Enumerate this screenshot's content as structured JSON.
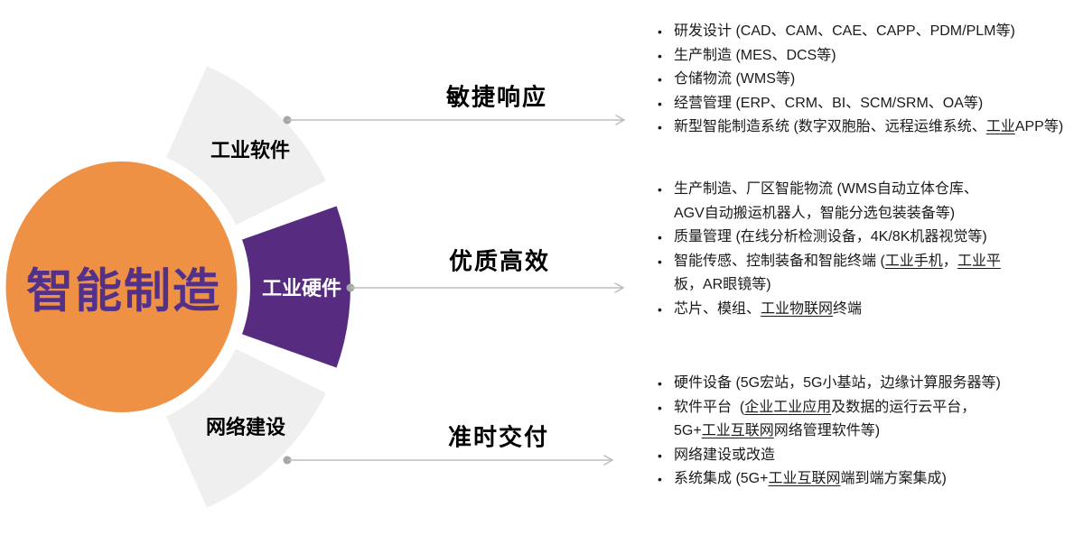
{
  "colors": {
    "hub_orange": "#EF9144",
    "hub_text_purple": "#533189",
    "wedge_purple": "#562B80",
    "arc_gray": "#EFEFEF",
    "arrow_gray": "#BDBDBD",
    "dot_gray": "#A6A6A6",
    "text_black": "#1A1A1A"
  },
  "hub": {
    "label": "智能制造"
  },
  "segments": {
    "software": {
      "label": "工业软件"
    },
    "hardware": {
      "label": "工业硬件"
    },
    "network": {
      "label": "网络建设"
    }
  },
  "arrows": {
    "agile": {
      "label": "敏捷响应"
    },
    "quality": {
      "label": "优质高效"
    },
    "delivery": {
      "label": "准时交付"
    }
  },
  "lists": [
    {
      "name": "software-items",
      "lines": [
        {
          "bullet": true,
          "parts": [
            {
              "t": "研发设计 (CAD、CAM、CAE、CAPP、PDM/PLM等)"
            }
          ]
        },
        {
          "bullet": true,
          "parts": [
            {
              "t": "生产制造 (MES、DCS等)"
            }
          ]
        },
        {
          "bullet": true,
          "parts": [
            {
              "t": "仓储物流 (WMS等)"
            }
          ]
        },
        {
          "bullet": true,
          "parts": [
            {
              "t": "经营管理 (ERP、CRM、BI、SCM/SRM、OA等)"
            }
          ]
        },
        {
          "bullet": true,
          "parts": [
            {
              "t": "新型智能制造系统 (数字双胞胎、远程运维系统、"
            },
            {
              "t": "工业",
              "u": true
            },
            {
              "t": "APP等)"
            }
          ]
        }
      ]
    },
    {
      "name": "hardware-items",
      "lines": [
        {
          "bullet": true,
          "parts": [
            {
              "t": "生产制造、厂区智能物流 (WMS自动立体仓库、"
            }
          ]
        },
        {
          "bullet": false,
          "parts": [
            {
              "t": "AGV自动搬运机器人，智能分选包装装备等)"
            }
          ]
        },
        {
          "bullet": true,
          "parts": [
            {
              "t": "质量管理 (在线分析检测设备，4K/8K机器视觉等)"
            }
          ]
        },
        {
          "bullet": true,
          "parts": [
            {
              "t": "智能传感、控制装备和智能终端 ("
            },
            {
              "t": "工业手机",
              "u": true
            },
            {
              "t": "，"
            },
            {
              "t": "工业平",
              "u": true
            }
          ]
        },
        {
          "bullet": false,
          "parts": [
            {
              "t": "板，AR眼镜等)"
            }
          ]
        },
        {
          "bullet": true,
          "parts": [
            {
              "t": "芯片、模组、"
            },
            {
              "t": "工业物联网",
              "u": true
            },
            {
              "t": "终端"
            }
          ]
        }
      ]
    },
    {
      "name": "network-items",
      "lines": [
        {
          "bullet": true,
          "parts": [
            {
              "t": "硬件设备 (5G宏站，5G小基站，边缘计算服务器等)"
            }
          ]
        },
        {
          "bullet": true,
          "parts": [
            {
              "t": "软件平台  ("
            },
            {
              "t": "企业工业应用",
              "u": true
            },
            {
              "t": "及数据的运行云平台，"
            }
          ]
        },
        {
          "bullet": false,
          "parts": [
            {
              "t": "5G+"
            },
            {
              "t": "工业互联网",
              "u": true
            },
            {
              "t": "网络管理软件等)"
            }
          ]
        },
        {
          "bullet": true,
          "parts": [
            {
              "t": "网络建设或改造"
            }
          ]
        },
        {
          "bullet": true,
          "parts": [
            {
              "t": "系统集成 (5G+"
            },
            {
              "t": "工业互联网",
              "u": true
            },
            {
              "t": "端到端方案集成)"
            }
          ]
        }
      ]
    }
  ]
}
